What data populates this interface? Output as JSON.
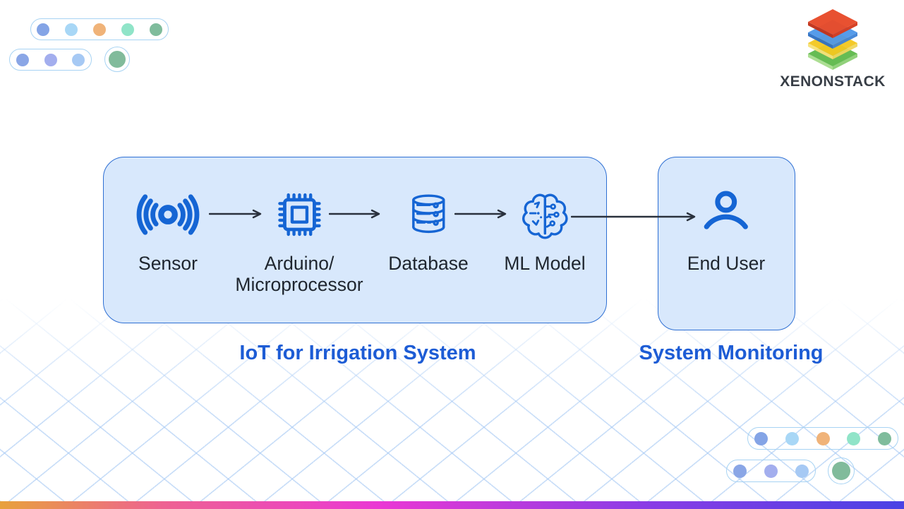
{
  "brand": {
    "logo_text": "XENONSTACK",
    "logo_icon": "stacked-layers-icon",
    "logo_layer_colors": [
      "#e84c2b",
      "#4e97e9",
      "#f4c81f",
      "#5eb94b"
    ]
  },
  "diagram": {
    "groups": [
      {
        "caption": "IoT for Irrigation System",
        "nodes": [
          {
            "label": "Sensor",
            "icon": "wireless-signal-icon"
          },
          {
            "label": "Arduino/\nMicroprocessor",
            "icon": "microchip-icon"
          },
          {
            "label": "Database",
            "icon": "database-icon"
          },
          {
            "label": "ML Model",
            "icon": "brain-circuit-icon"
          }
        ]
      },
      {
        "caption": "System Monitoring",
        "nodes": [
          {
            "label": "End User",
            "icon": "user-icon"
          }
        ]
      }
    ]
  },
  "colors": {
    "icon_blue": "#1565d4",
    "box_fill": "#d8e8fc",
    "box_border": "#2e6fd3",
    "caption_blue": "#1d5cd5",
    "label_dark": "#1e252e",
    "arrow_dark": "#2a313d",
    "grid_line": "#d3e3f7",
    "gradient_bar": [
      "#e8a13c",
      "#ee6292",
      "#ea38d4",
      "#8e3ce5",
      "#4a42e4"
    ],
    "dot_palette_top": [
      "#84a4e6",
      "#a8d7f6",
      "#f0b379",
      "#90e4c8",
      "#7fbc9c"
    ],
    "dot_palette_small": [
      "#8aa6e6",
      "#a3aeee",
      "#a6c9f4"
    ],
    "dot_single": "#81bb9b"
  }
}
